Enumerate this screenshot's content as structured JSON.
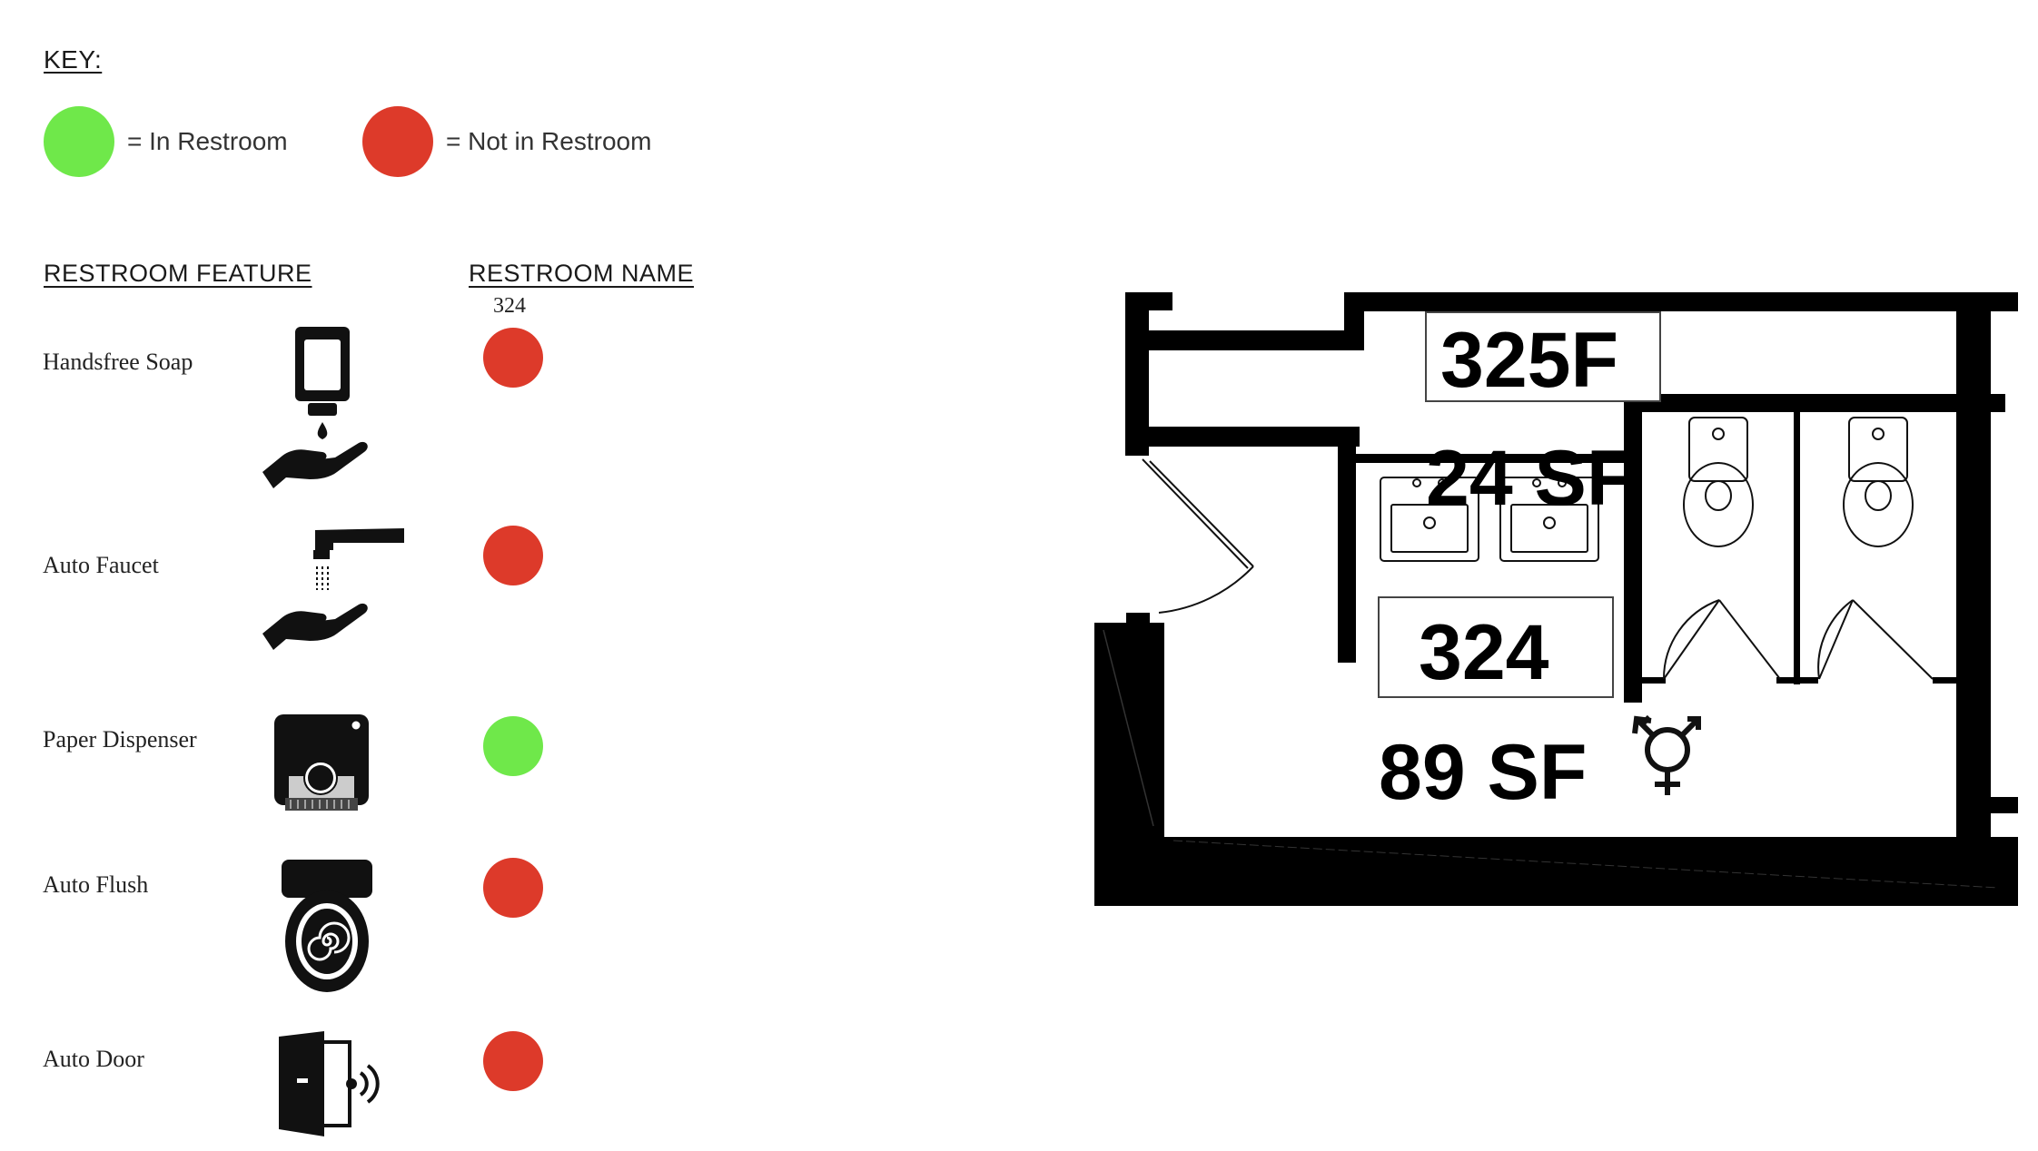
{
  "key": {
    "title": "KEY:",
    "in_label": "= In Restroom",
    "not_in_label": "= Not in Restroom",
    "in_color": "#6fe84a",
    "not_in_color": "#dd3a2a"
  },
  "table": {
    "feature_header": "RESTROOM FEATURE",
    "name_header": "RESTROOM NAME",
    "restroom_name": "324",
    "features": [
      {
        "label": "Handsfree Soap",
        "icon": "handsfree-soap-icon",
        "status": "not_in"
      },
      {
        "label": "Auto Faucet",
        "icon": "auto-faucet-icon",
        "status": "not_in"
      },
      {
        "label": "Paper Dispenser",
        "icon": "paper-dispenser-icon",
        "status": "in"
      },
      {
        "label": "Auto Flush",
        "icon": "auto-flush-icon",
        "status": "not_in"
      },
      {
        "label": "Auto Door",
        "icon": "auto-door-icon",
        "status": "not_in"
      }
    ]
  },
  "floorplan": {
    "room_upper_number": "325F",
    "room_upper_area": "24 SF",
    "room_main_number": "324",
    "room_main_area": "89 SF",
    "restroom_type_icon": "all-gender-icon"
  }
}
